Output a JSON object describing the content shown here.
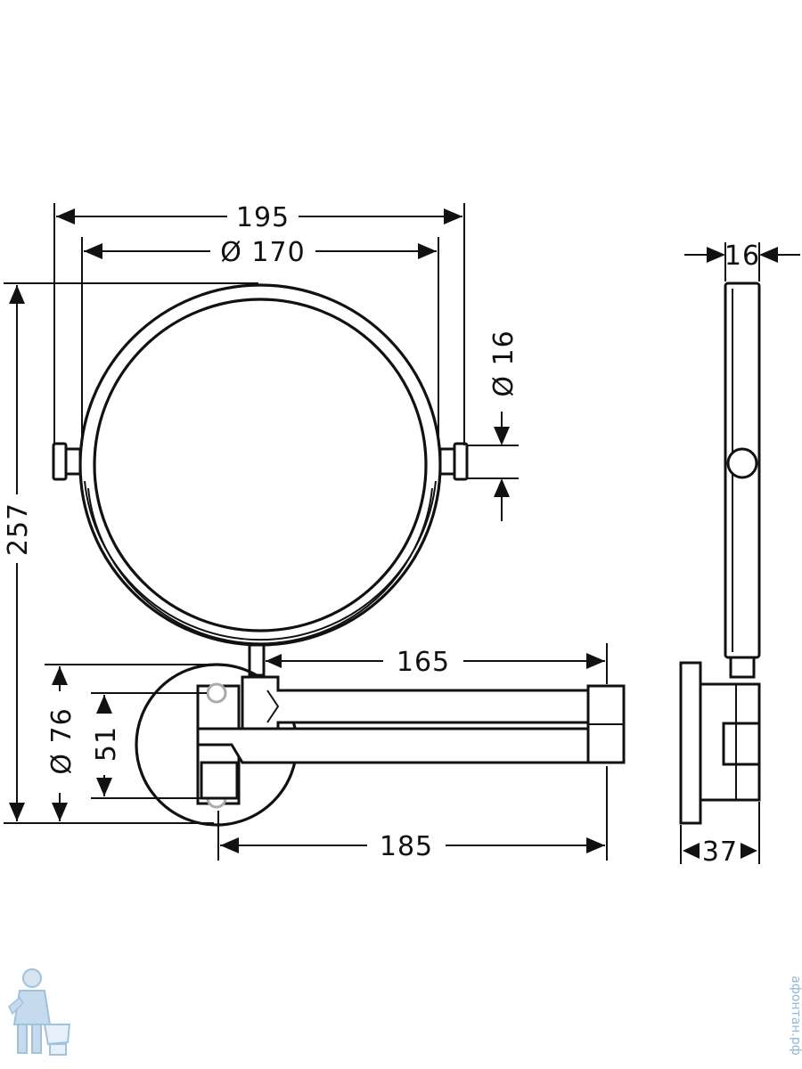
{
  "dimensions": {
    "overall_width": "195",
    "mirror_diameter": "Ø 170",
    "pivot_diameter": "Ø 16",
    "overall_height": "257",
    "arm_length": "165",
    "wall_plate_diameter": "Ø 76",
    "hole_spacing": "51",
    "total_projection": "185",
    "side_thickness": "16",
    "side_depth": "37"
  },
  "watermark": {
    "text": "афонтан.рф"
  },
  "colors": {
    "line": "#111111",
    "background": "#ffffff",
    "watermark": "#8fb8d8"
  },
  "icons": {
    "logo": "plumber-mascot-icon"
  }
}
